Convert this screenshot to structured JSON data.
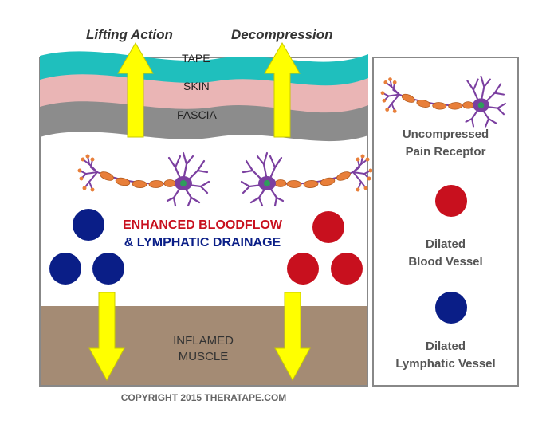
{
  "labels": {
    "lifting_action": "Lifting Action",
    "decompression": "Decompression",
    "tape": "TAPE",
    "skin": "SKIN",
    "fascia": "FASCIA",
    "bloodflow": "ENHANCED BLOODFLOW",
    "drainage": "& LYMPHATIC DRAINAGE",
    "muscle_line1": "INFLAMED",
    "muscle_line2": "MUSCLE",
    "copyright": "COPYRIGHT 2015 THERATAPE.COM"
  },
  "legend": {
    "pain_receptor": [
      "Uncompressed",
      "Pain Receptor"
    ],
    "blood_vessel": [
      "Dilated",
      "Blood Vessel"
    ],
    "lymphatic_vessel": [
      "Dilated",
      "Lymphatic Vessel"
    ]
  },
  "colors": {
    "tape": "#1fbfbd",
    "skin": "#eab5b5",
    "fascia": "#8c8c8c",
    "muscle": "#a48b74",
    "arrow": "#ffff00",
    "blood": "#c8101e",
    "lymph": "#0a1e87",
    "nerve_axon": "#e87f3a",
    "nerve_cell": "#7b3fa0",
    "bloodflow_text": "#c8101e",
    "drainage_text": "#0a1e87"
  },
  "icons": {
    "arrow_up": "up-arrow-icon",
    "arrow_down": "down-arrow-icon",
    "neuron": "neuron-icon",
    "blood_vessel": "blood-vessel-icon",
    "lymphatic_vessel": "lymphatic-vessel-icon"
  }
}
